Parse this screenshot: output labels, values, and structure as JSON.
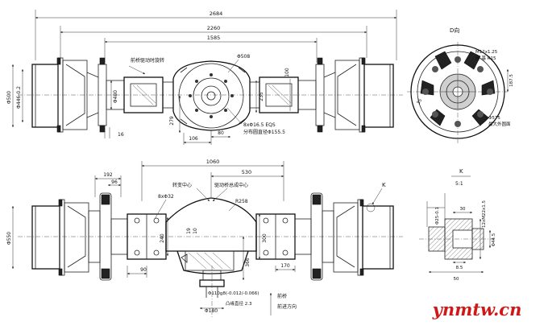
{
  "top_view": {
    "dim_2684": "2684",
    "dim_2260": "2260",
    "dim_1585": "1585",
    "dim_508": "Φ508",
    "dim_500": "Φ500",
    "dim_446": "Φ446-0.2",
    "dim_480": "Φ480",
    "dim_100": "100",
    "dim_235": "235",
    "dim_279": "279",
    "dim_16": "16",
    "dim_106": "106",
    "dim_80": "80",
    "bolt_note_1": "8xΦ16.5 EQS",
    "bolt_note_2": "分布圆直径Φ155.5",
    "rotation_note": "前桥驱动时旋转"
  },
  "d_view": {
    "title": "D向",
    "thread": "M12x1.25",
    "label_2": "座-基 R15",
    "dim_187": "187.5",
    "dim_35": "35",
    "dim_575": "Φ575",
    "label_3": "最大外圆面"
  },
  "bottom_view": {
    "dim_1060": "1060",
    "dim_530": "530",
    "dim_192": "192",
    "dim_96": "96",
    "holes": "8xΦ32",
    "label_rotation_center": "转变中心",
    "label_drive_center": "驱动桥总成中心",
    "dim_258": "R258",
    "dim_19": "19",
    "dim_10": "10",
    "dim_240": "240",
    "dim_550": "Φ550",
    "dim_90": "90",
    "dim_300": "300",
    "dim_366": "366",
    "dim_170": "170",
    "shaft_tol": "Φ110g8(-0.012/-0.066)",
    "label_flange": "凸缘直径 2.3",
    "dim_180": "Φ180",
    "label_front": "前桥",
    "label_direction": "前进方向",
    "callout_k": "K"
  },
  "k_view": {
    "title": "K",
    "scale": "5:1",
    "dim_25": "Φ25-0.1",
    "dim_30": "30",
    "thread": "12xM22x1.5",
    "dim_44": "Φ44.5",
    "dim_85": "8.5",
    "dim_50": "50"
  },
  "watermark": "ynmtw.cn"
}
